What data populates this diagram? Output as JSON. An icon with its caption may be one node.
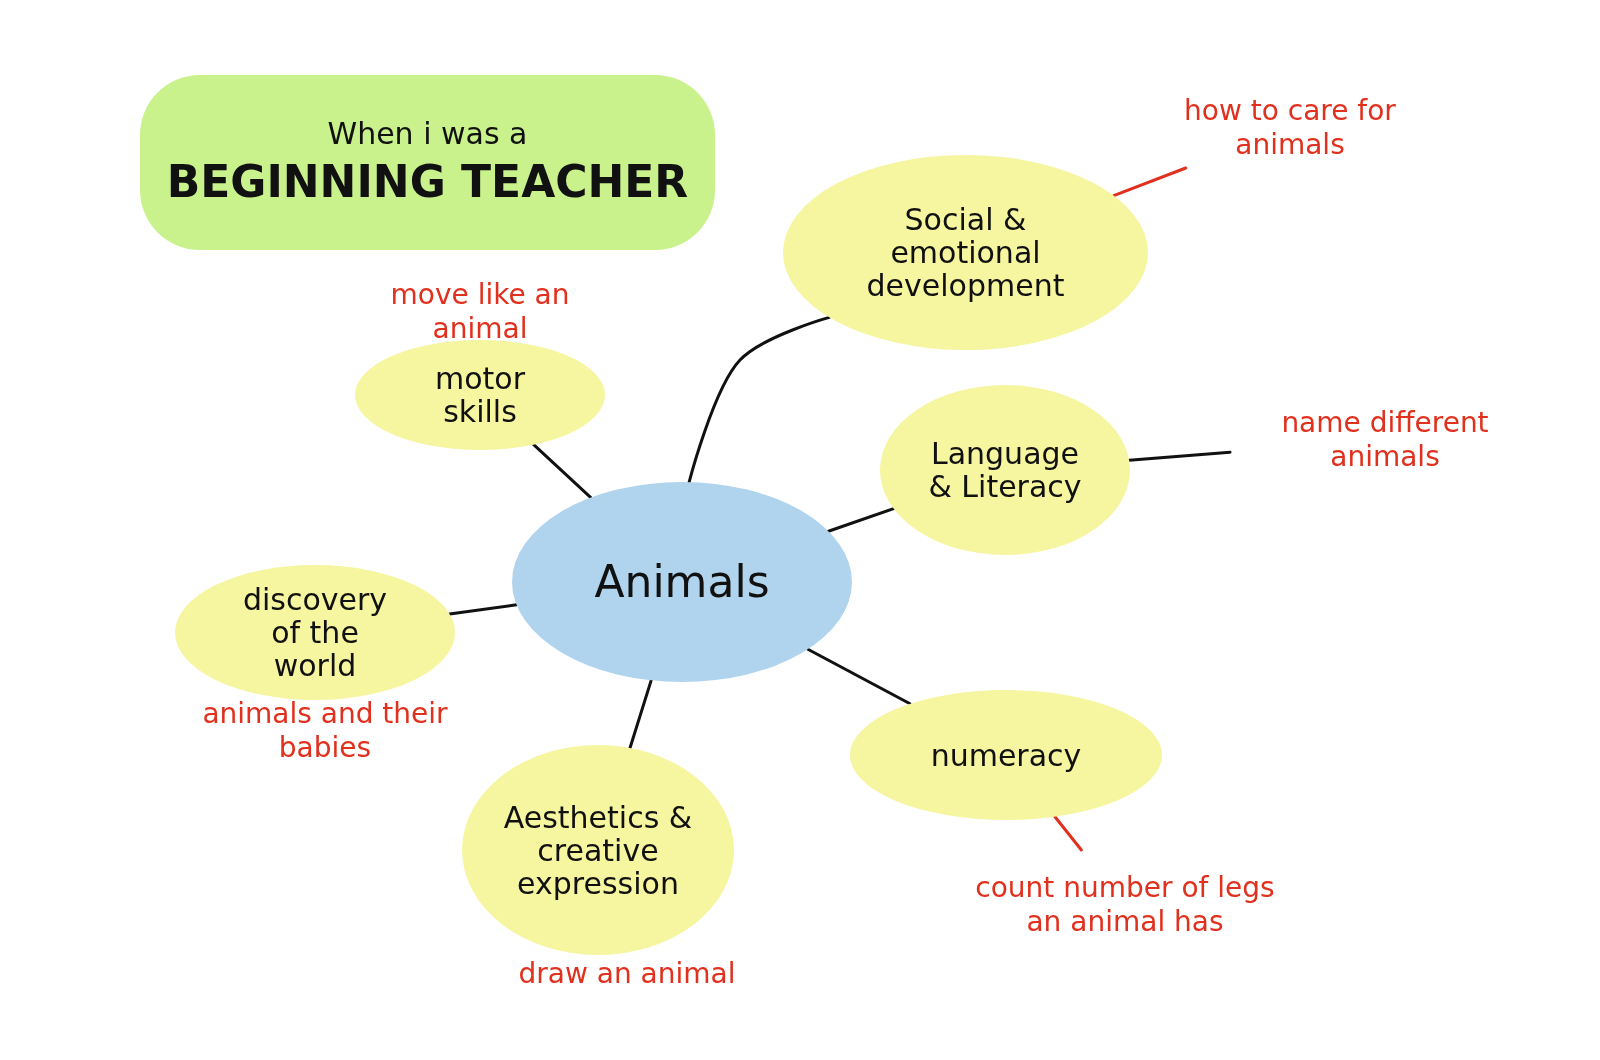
{
  "diagram": {
    "title": "When i was a **BEGINNING TEACHER**",
    "nodes": [
      {
        "text": [
          "Animals"
        ]
      },
      {
        "text": [
          "Social & emotional development"
        ]
      },
      {
        "text": [
          "motor skills"
        ],
        "beside": [
          "move like an animal"
        ]
      },
      {
        "text": [
          "Language & Literacy"
        ]
      },
      {
        "text": [
          "discovery of the world"
        ],
        "beside": [
          "animals and their babies"
        ]
      },
      {
        "text": [
          "numeracy"
        ]
      },
      {
        "text": [
          "Aesthetics & creative expression"
        ],
        "beside": [
          "draw an animal"
        ]
      },
      {
        "text": [
          "how to care for animals"
        ]
      },
      {
        "text": [
          "name different animals"
        ]
      },
      {
        "text": [
          "count number of legs an animal has"
        ]
      }
    ],
    "edges": [
      {
        "from": 0,
        "to": 1,
        "arrow": "none"
      },
      {
        "from": 0,
        "to": 2,
        "arrow": "none"
      },
      {
        "from": 0,
        "to": 3,
        "arrow": "none"
      },
      {
        "from": 0,
        "to": 4,
        "arrow": "none"
      },
      {
        "from": 0,
        "to": 5,
        "arrow": "none"
      },
      {
        "from": 0,
        "to": 6,
        "arrow": "none"
      },
      {
        "from": 1,
        "to": 7,
        "arrow": "none",
        "color": "#e0301e"
      },
      {
        "from": 3,
        "to": 8,
        "arrow": "none"
      },
      {
        "from": 5,
        "to": 9,
        "arrow": "none",
        "color": "#e0301e"
      }
    ]
  }
}
